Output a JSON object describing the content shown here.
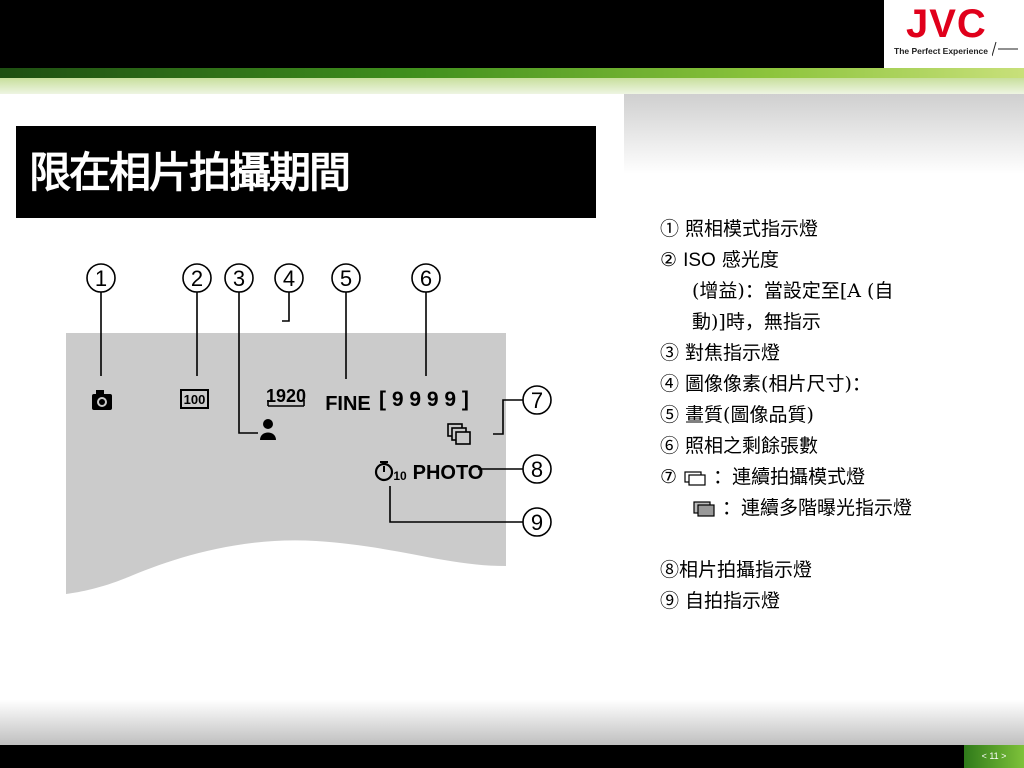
{
  "header": {
    "logo_text": "JVC",
    "tagline": "The Perfect Experience"
  },
  "figure": {
    "title": "限在相片拍攝期間",
    "callouts": [
      "1",
      "2",
      "3",
      "4",
      "5",
      "6",
      "7",
      "8",
      "9"
    ],
    "display": {
      "iso_value": "100",
      "image_size": "1920",
      "quality": "FINE",
      "remaining": "[ 9 9 9 9 ]",
      "photo": "PHOTO",
      "self_timer": "10"
    }
  },
  "legend": {
    "item1": "① 照相模式指示燈",
    "item2_a": "② ",
    "item2_iso": "ISO",
    "item2_b": " 感光度",
    "item2_line2": "(增益)：當設定至[A (自",
    "item2_line3": "動)]時，無指示",
    "item3": "③ 對焦指示燈",
    "item4": "④ 圖像像素(相片尺寸)：",
    "item5": "⑤ 畫質(圖像品質)",
    "item6": "⑥ 照相之剩餘張數",
    "item7_a": "⑦ ",
    "item7_b": "：連續拍攝模式燈",
    "item7_c": "：連續多階曝光指示燈",
    "item8": "⑧相片拍攝指示燈",
    "item9": "⑨ 自拍指示燈"
  },
  "footer": {
    "page": "< 11 >"
  },
  "colors": {
    "brand_red": "#e0001b",
    "accent_green": "#3f8f1c"
  }
}
